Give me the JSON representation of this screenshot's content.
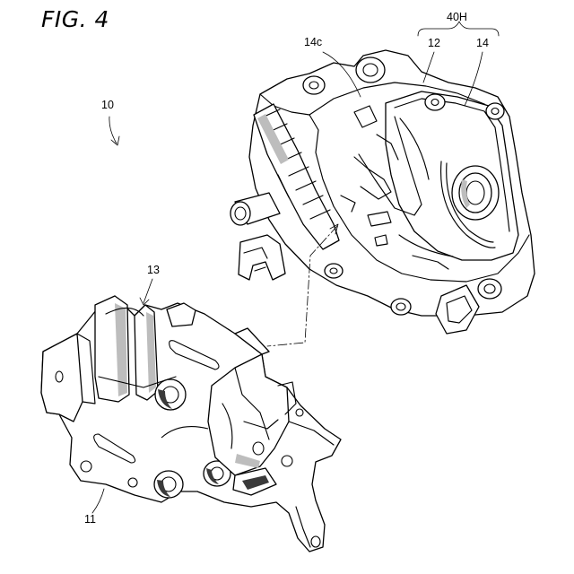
{
  "figure": {
    "title": "FIG. 4",
    "labels": {
      "assembly": "10",
      "housing_group": "40H",
      "housing": "12",
      "cover": "14",
      "cover_part": "14c",
      "plate_part": "13",
      "base_plate": "11"
    }
  }
}
